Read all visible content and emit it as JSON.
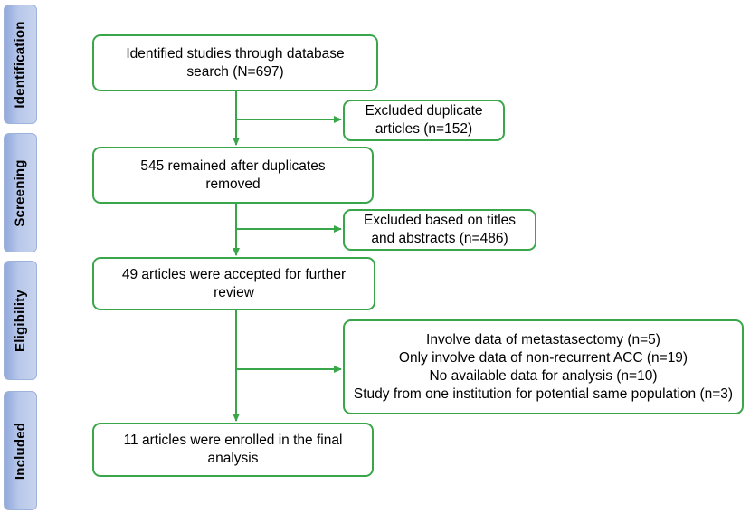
{
  "stages": {
    "identification": "Identification",
    "screening": "Screening",
    "eligibility": "Eligibility",
    "included": "Included"
  },
  "boxes": {
    "identified": "Identified studies through database search (N=697)",
    "excluded_duplicates": "Excluded duplicate articles (n=152)",
    "remained": "545 remained after duplicates removed",
    "excluded_titles": "Excluded based on titles and abstracts (n=486)",
    "accepted": "49 articles were accepted for further review",
    "excluded_reasons": [
      "Involve data of metastasectomy (n=5)",
      "Only involve data of non-recurrent ACC (n=19)",
      "No available data for analysis (n=10)",
      "Study from one institution for potential same population (n=3)"
    ],
    "enrolled": "11 articles were enrolled in the final analysis"
  },
  "colors": {
    "line": "#3aa64a",
    "stage_fill": "#b9c8ea"
  }
}
